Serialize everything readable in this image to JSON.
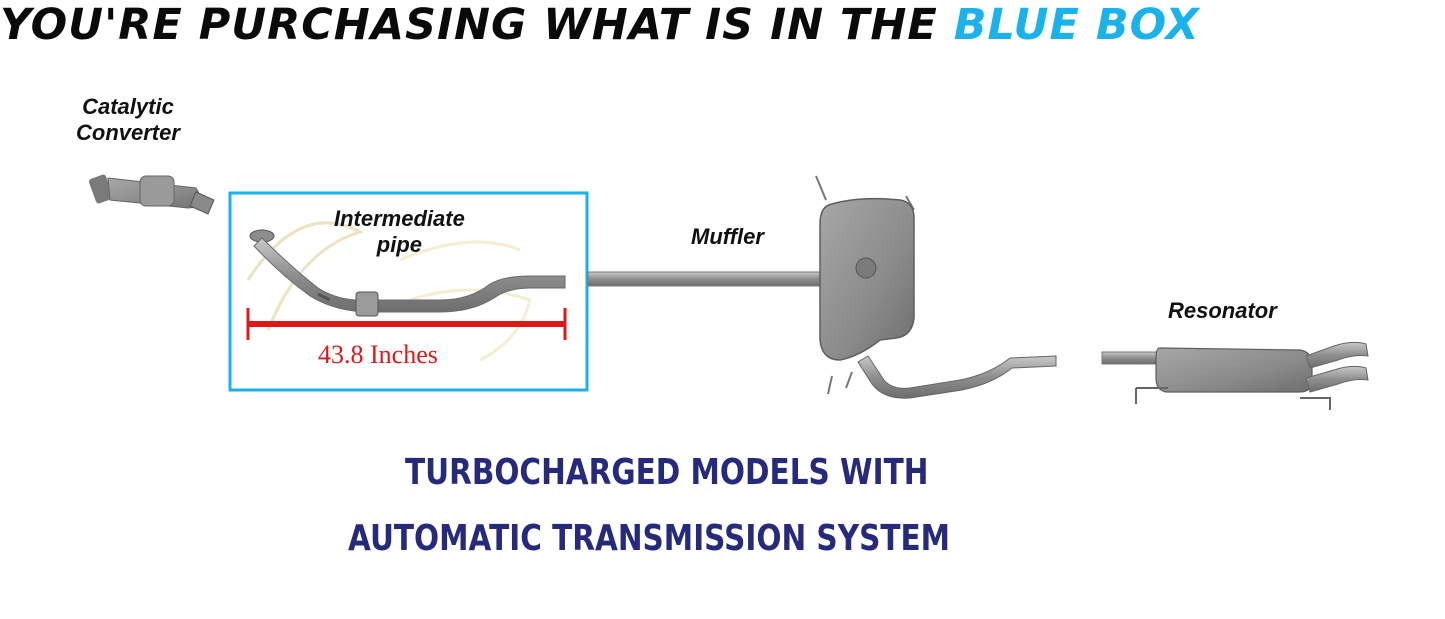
{
  "headline": {
    "prefix": "YOU'RE PURCHASING WHAT IS IN THE ",
    "highlight": "BLUE BOX"
  },
  "labels": {
    "catalytic_line1": "Catalytic",
    "catalytic_line2": "Converter",
    "intermediate_line1": "Intermediate",
    "intermediate_line2": "pipe",
    "muffler": "Muffler",
    "resonator": "Resonator"
  },
  "measurement": "43.8 Inches",
  "caption": {
    "line1": "TURBOCHARGED MODELS WITH",
    "line2": "AUTOMATIC TRANSMISSION SYSTEM"
  },
  "colors": {
    "highlight_blue": "#1ab2ea",
    "measure_red": "#e01717",
    "caption_navy": "#262a7c"
  }
}
